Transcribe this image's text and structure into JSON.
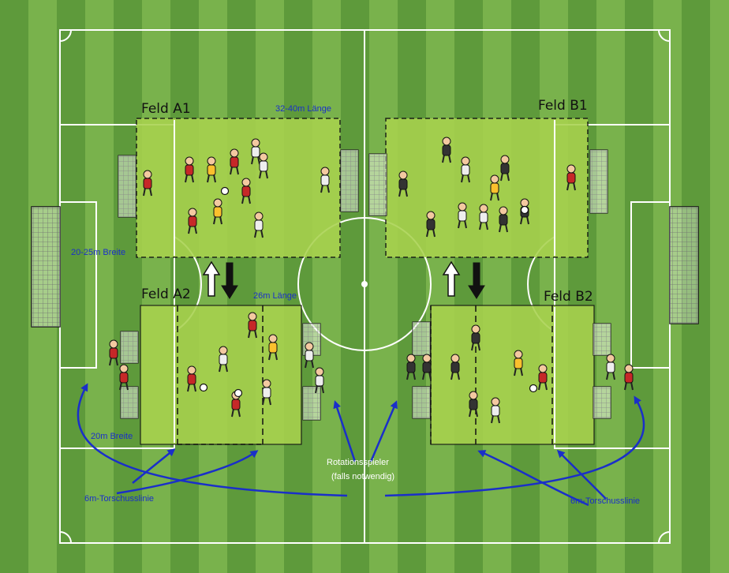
{
  "fields": {
    "a1": "Feld A1",
    "a2": "Feld A2",
    "b1": "Feld B1",
    "b2": "Feld B2"
  },
  "dimensions": {
    "a1_length": "32-40m Länge",
    "a1_width": "20-25m Breite",
    "a2_length": "26m Länge",
    "a2_width": "20m Breite"
  },
  "annotations": {
    "shooting_line_left": "6m-Torschusslinie",
    "shooting_line_right": "6m-Torschusslinie",
    "rotation_line1": "Rotationsspieler",
    "rotation_line2": "(falls notwendig)"
  },
  "colors": {
    "grass_dark": "#5e9a3b",
    "grass_light": "#79b24c",
    "zone": "#a8d24e",
    "arrow_blue": "#1a2fc9"
  },
  "icons": [
    "soccer-goal-icon",
    "mini-goal-icon",
    "player-icon",
    "ball-icon",
    "rotation-arrow-icon"
  ]
}
